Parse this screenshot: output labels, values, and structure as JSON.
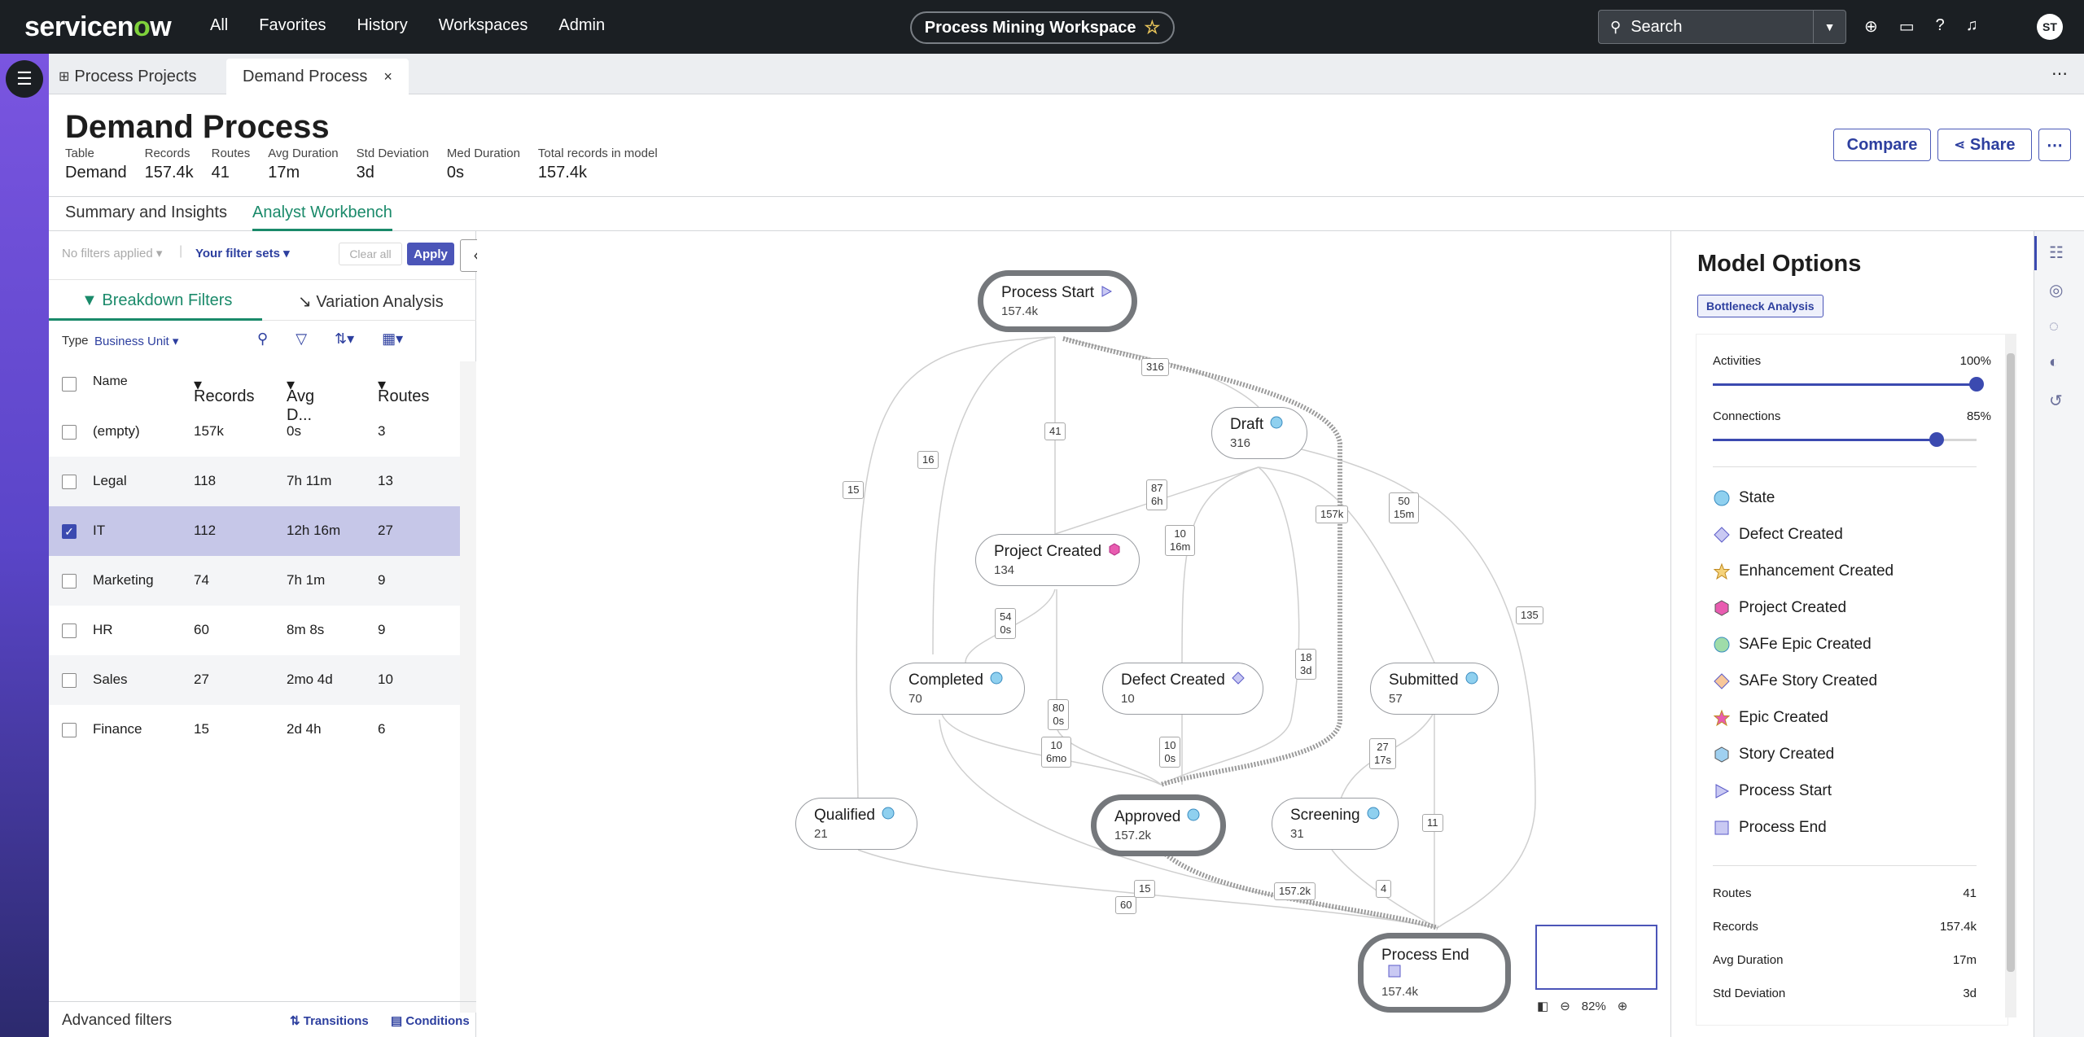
{
  "brand": {
    "logo_text": "servicenow"
  },
  "topnav": {
    "items": [
      "All",
      "Favorites",
      "History",
      "Workspaces",
      "Admin"
    ]
  },
  "workspace": {
    "title": "Process Mining Workspace"
  },
  "search": {
    "placeholder": "Search"
  },
  "user": {
    "initials": "ST"
  },
  "tabs": [
    {
      "label": "Process Projects"
    },
    {
      "label": "Demand Process"
    }
  ],
  "header": {
    "title": "Demand Process",
    "stats": [
      {
        "label": "Table",
        "value": "Demand"
      },
      {
        "label": "Records",
        "value": "157.4k"
      },
      {
        "label": "Routes",
        "value": "41"
      },
      {
        "label": "Avg Duration",
        "value": "17m"
      },
      {
        "label": "Std Deviation",
        "value": "3d"
      },
      {
        "label": "Med Duration",
        "value": "0s"
      },
      {
        "label": "Total records in model",
        "value": "157.4k"
      }
    ],
    "compare_label": "Compare",
    "share_label": "Share"
  },
  "subtabs": [
    "Summary and Insights",
    "Analyst Workbench"
  ],
  "filters": {
    "no_filters": "No filters applied",
    "your_filter_sets": "Your filter sets",
    "clear_all": "Clear all",
    "apply": "Apply"
  },
  "breakdown": {
    "tab_breakdown": "Breakdown Filters",
    "tab_variation": "Variation Analysis",
    "type_label": "Type",
    "type_value": "Business Unit",
    "columns": [
      "Name",
      "Records",
      "Avg D...",
      "Routes"
    ],
    "rows": [
      {
        "name": "(empty)",
        "records": "157k",
        "avg": "0s",
        "routes": "3",
        "checked": false
      },
      {
        "name": "Legal",
        "records": "118",
        "avg": "7h 11m",
        "routes": "13",
        "checked": false
      },
      {
        "name": "IT",
        "records": "112",
        "avg": "12h 16m",
        "routes": "27",
        "checked": true
      },
      {
        "name": "Marketing",
        "records": "74",
        "avg": "7h 1m",
        "routes": "9",
        "checked": false
      },
      {
        "name": "HR",
        "records": "60",
        "avg": "8m 8s",
        "routes": "9",
        "checked": false
      },
      {
        "name": "Sales",
        "records": "27",
        "avg": "2mo 4d",
        "routes": "10",
        "checked": false
      },
      {
        "name": "Finance",
        "records": "15",
        "avg": "2d 4h",
        "routes": "6",
        "checked": false
      }
    ],
    "advanced_filters": "Advanced filters",
    "transitions": "Transitions",
    "conditions": "Conditions"
  },
  "graph": {
    "nodes": {
      "start": {
        "name": "Process Start",
        "count": "157.4k"
      },
      "draft": {
        "name": "Draft",
        "count": "316"
      },
      "project": {
        "name": "Project Created",
        "count": "134"
      },
      "completed": {
        "name": "Completed",
        "count": "70"
      },
      "defect": {
        "name": "Defect Created",
        "count": "10"
      },
      "submitted": {
        "name": "Submitted",
        "count": "57"
      },
      "qualified": {
        "name": "Qualified",
        "count": "21"
      },
      "approved": {
        "name": "Approved",
        "count": "157.2k"
      },
      "screening": {
        "name": "Screening",
        "count": "31"
      },
      "end": {
        "name": "Process End",
        "count": "157.4k"
      }
    },
    "edges": [
      "316",
      "41",
      "16",
      "15",
      "87\n6h",
      "10\n16m",
      "157k",
      "50\n15m",
      "135",
      "54\n0s",
      "80\n0s",
      "10\n6mo",
      "10\n0s",
      "18\n3d",
      "27\n17s",
      "11",
      "15",
      "60",
      "157.2k",
      "4"
    ],
    "zoom": "82%"
  },
  "model_options": {
    "title": "Model Options",
    "badge": "Bottleneck Analysis",
    "activities_label": "Activities",
    "activities_value": "100%",
    "activities_level": 1.0,
    "connections_label": "Connections",
    "connections_value": "85%",
    "connections_level": 0.85,
    "legend": [
      {
        "label": "State",
        "shape": "circle",
        "color": "#8fd0ef"
      },
      {
        "label": "Defect Created",
        "shape": "diamond",
        "color": "#c9c9f3"
      },
      {
        "label": "Enhancement Created",
        "shape": "star",
        "color": "#f5d27a"
      },
      {
        "label": "Project Created",
        "shape": "hexagon",
        "color": "#e85cb0"
      },
      {
        "label": "SAFe Epic Created",
        "shape": "circle",
        "color": "#9fdca9"
      },
      {
        "label": "SAFe Story Created",
        "shape": "diamond",
        "color": "#f7c79a"
      },
      {
        "label": "Epic Created",
        "shape": "star",
        "color": "#e85cb0"
      },
      {
        "label": "Story Created",
        "shape": "hexagon",
        "color": "#9fd0f0"
      },
      {
        "label": "Process Start",
        "shape": "triangle",
        "color": "#c9c9f3"
      },
      {
        "label": "Process End",
        "shape": "square",
        "color": "#c9c9f3"
      }
    ],
    "metrics": [
      {
        "label": "Routes",
        "value": "41"
      },
      {
        "label": "Records",
        "value": "157.4k"
      },
      {
        "label": "Avg Duration",
        "value": "17m"
      },
      {
        "label": "Std Deviation",
        "value": "3d"
      }
    ]
  }
}
